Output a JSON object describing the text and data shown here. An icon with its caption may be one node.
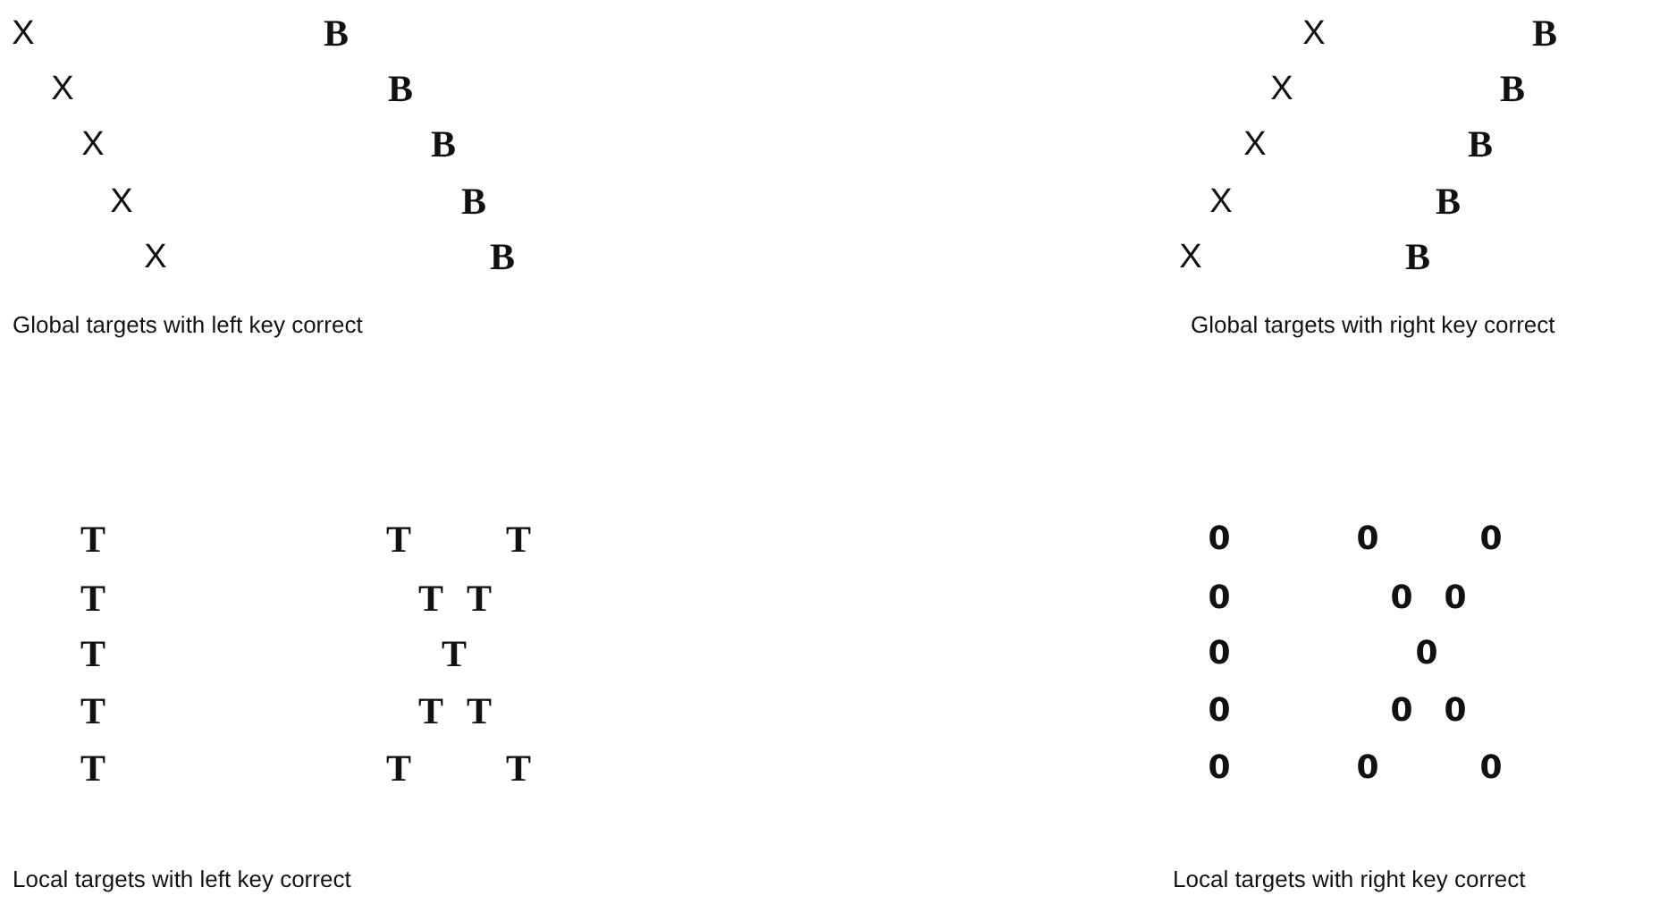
{
  "diagram": {
    "labels": [
      "X",
      "B",
      "X",
      "B",
      "X",
      "B",
      "X",
      "B",
      "X",
      "B",
      "Global targets with left key correct",
      "X",
      "B",
      "X",
      "B",
      "X",
      "B",
      "X",
      "B",
      "X",
      "B",
      "Global targets with right key correct",
      "T",
      "T",
      "T",
      "T",
      "T",
      "T",
      "T",
      "T",
      "T",
      "T",
      "T",
      "T",
      "T",
      "T",
      "Local targets with left key correct",
      "0",
      "0",
      "0",
      "0",
      "0",
      "0",
      "0",
      "0",
      "0",
      "0",
      "0",
      "0",
      "0",
      "0",
      "Local targets with right key correct"
    ]
  }
}
